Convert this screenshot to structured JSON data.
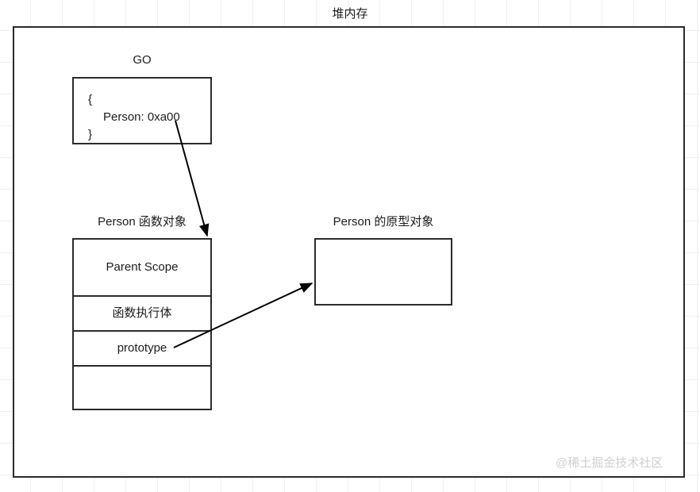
{
  "diagram": {
    "title": "堆内存",
    "watermark": "@稀土掘金技术社区",
    "stroke_color": "#2b2b2b",
    "background_color": "#ffffff",
    "grid_color": "#f0f0f0",
    "watermark_color": "#cfcfcf"
  },
  "go_object": {
    "label": "GO",
    "brace_open": "{",
    "property": "Person: 0xa00",
    "brace_close": "}"
  },
  "function_object": {
    "label": "Person 函数对象",
    "rows": [
      {
        "text": "Parent Scope"
      },
      {
        "text": "函数执行体"
      },
      {
        "text": "prototype"
      },
      {
        "text": ""
      }
    ]
  },
  "prototype_object": {
    "label": "Person 的原型对象",
    "content": ""
  },
  "arrows": [
    {
      "name": "go-person-reference-arrow",
      "from": "Person: 0xa00",
      "to": "Person 函数对象"
    },
    {
      "name": "prototype-reference-arrow",
      "from": "prototype",
      "to": "Person 的原型对象"
    }
  ]
}
